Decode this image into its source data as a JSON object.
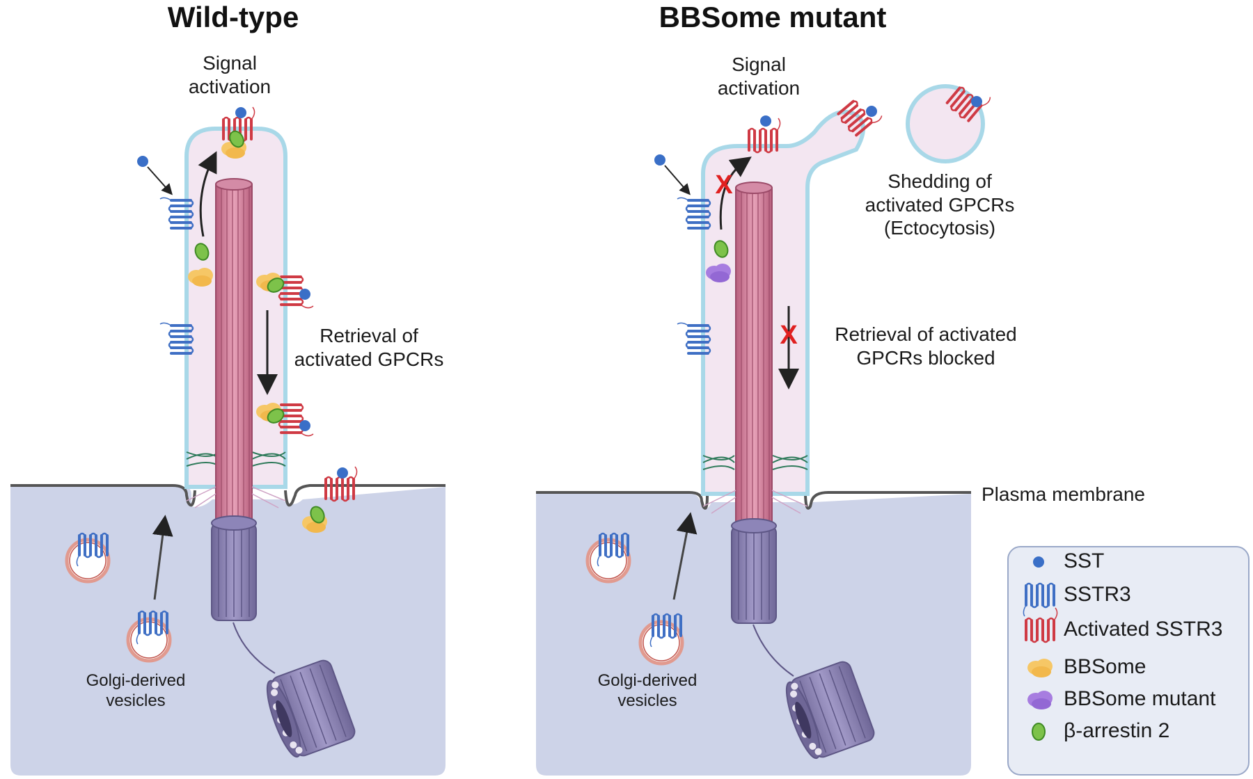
{
  "panels": {
    "wild_type": {
      "title": "Wild-type",
      "signal_line1": "Signal",
      "signal_line2": "activation",
      "retrieval_line1": "Retrieval of",
      "retrieval_line2": "activated GPCRs",
      "golgi_line1": "Golgi-derived",
      "golgi_line2": "vesicles"
    },
    "mutant": {
      "title": "BBSome mutant",
      "signal_line1": "Signal",
      "signal_line2": "activation",
      "shedding_line1": "Shedding of",
      "shedding_line2": "activated GPCRs",
      "shedding_line3": "(Ectocytosis)",
      "retrieval_line1": "Retrieval of activated",
      "retrieval_line2": "GPCRs blocked",
      "golgi_line1": "Golgi-derived",
      "golgi_line2": "vesicles",
      "plasma_membrane": "Plasma membrane"
    }
  },
  "legend": {
    "items": [
      {
        "label": "SST",
        "icon": "sst-dot-icon"
      },
      {
        "label": "SSTR3",
        "icon": "sstr3-receptor-icon"
      },
      {
        "label": "Activated SSTR3",
        "icon": "activated-sstr3-icon"
      },
      {
        "label": "BBSome",
        "icon": "bbsome-icon"
      },
      {
        "label": "BBSome mutant",
        "icon": "bbsome-mutant-icon"
      },
      {
        "label": "β-arrestin 2",
        "icon": "beta-arrestin-icon"
      }
    ]
  },
  "colors": {
    "cytoplasm": "#cdd3e8",
    "cilium_fill": "#f3e6f1",
    "membrane": "#a8d8e8",
    "sst": "#3a6fc7",
    "sstr3": "#3f6fc4",
    "activated_sstr3": "#cf3a44",
    "bbsome": "#f6c766",
    "bbsome_mutant": "#a77de0",
    "arrestin": "#7dc24a",
    "block_mark": "#e02020"
  }
}
